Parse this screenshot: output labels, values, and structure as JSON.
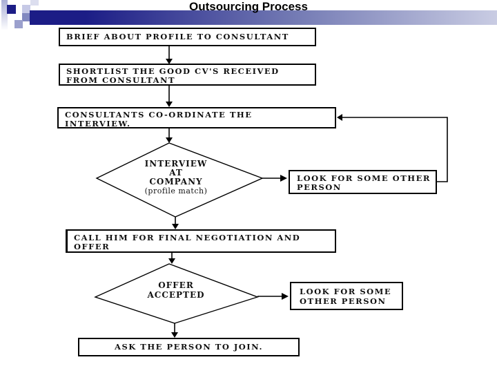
{
  "slide": {
    "title": "Outsourcing Process"
  },
  "flowchart": {
    "brief": {
      "line1": "BRIEF ABOUT PROFILE TO CONSULTANT"
    },
    "shortlist": {
      "line1": "SHORTLIST THE GOOD CV'S RECEIVED",
      "line2": "FROM CONSULTANT"
    },
    "consultants": {
      "line1": "CONSULTANTS CO-ORDINATE THE",
      "line2": "INTERVIEW."
    },
    "interview_decision": {
      "line1": "INTERVIEW",
      "line2": "AT",
      "line3": "COMPANY",
      "line4": "(profile match)"
    },
    "look_other_1": {
      "line1": "LOOK FOR SOME OTHER",
      "line2": "PERSON"
    },
    "call": {
      "line1": "CALL HIM FOR FINAL NEGOTIATION AND",
      "line2": "OFFER"
    },
    "offer_decision": {
      "line1": "OFFER",
      "line2": "ACCEPTED"
    },
    "look_other_2": {
      "line1": "LOOK FOR SOME",
      "line2": "OTHER PERSON"
    },
    "ask_join": {
      "line1": "ASK THE PERSON TO JOIN."
    }
  },
  "colors": {
    "bar_dark": "#1c1d86",
    "bar_light": "#c9cce3",
    "border": "#000000",
    "background": "#ffffff"
  }
}
